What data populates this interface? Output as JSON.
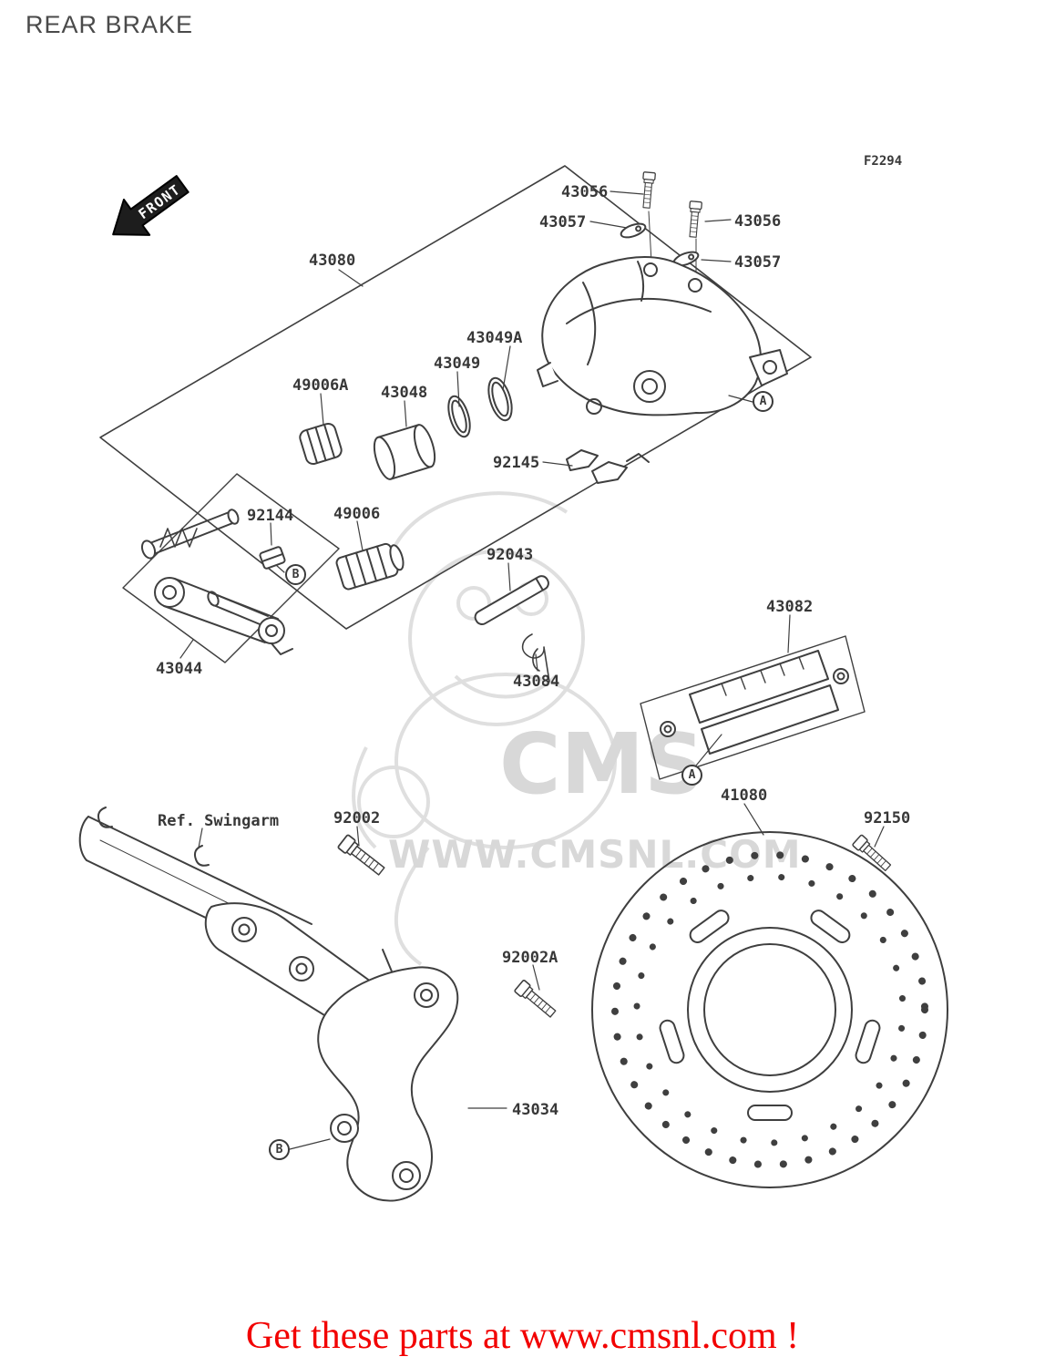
{
  "page": {
    "title": "REAR BRAKE",
    "figure_code": "F2294",
    "front_label": "FRONT",
    "footer": "Get these parts at www.cmsnl.com !",
    "watermark": {
      "brand": "CMS",
      "url": "WWW.CMSNL.COM"
    },
    "colors": {
      "line": "#3f3f3f",
      "label_text": "#383838",
      "footer_red": "#f20000",
      "watermark_gray": "#d8d8d8"
    }
  },
  "labels": [
    {
      "text": "43080"
    },
    {
      "text": "43056"
    },
    {
      "text": "43057"
    },
    {
      "text": "43056"
    },
    {
      "text": "43057"
    },
    {
      "text": "43049A"
    },
    {
      "text": "43049"
    },
    {
      "text": "43048"
    },
    {
      "text": "49006A"
    },
    {
      "text": "92145"
    },
    {
      "text": "92144"
    },
    {
      "text": "49006"
    },
    {
      "text": "92043"
    },
    {
      "text": "43044"
    },
    {
      "text": "43084"
    },
    {
      "text": "43082"
    },
    {
      "text": "41080"
    },
    {
      "text": "92150"
    },
    {
      "text": "92002"
    },
    {
      "text": "Ref. Swingarm"
    },
    {
      "text": "92002A"
    },
    {
      "text": "43034"
    }
  ],
  "callouts": [
    {
      "letter": "A"
    },
    {
      "letter": "A"
    },
    {
      "letter": "B"
    },
    {
      "letter": "B"
    }
  ]
}
